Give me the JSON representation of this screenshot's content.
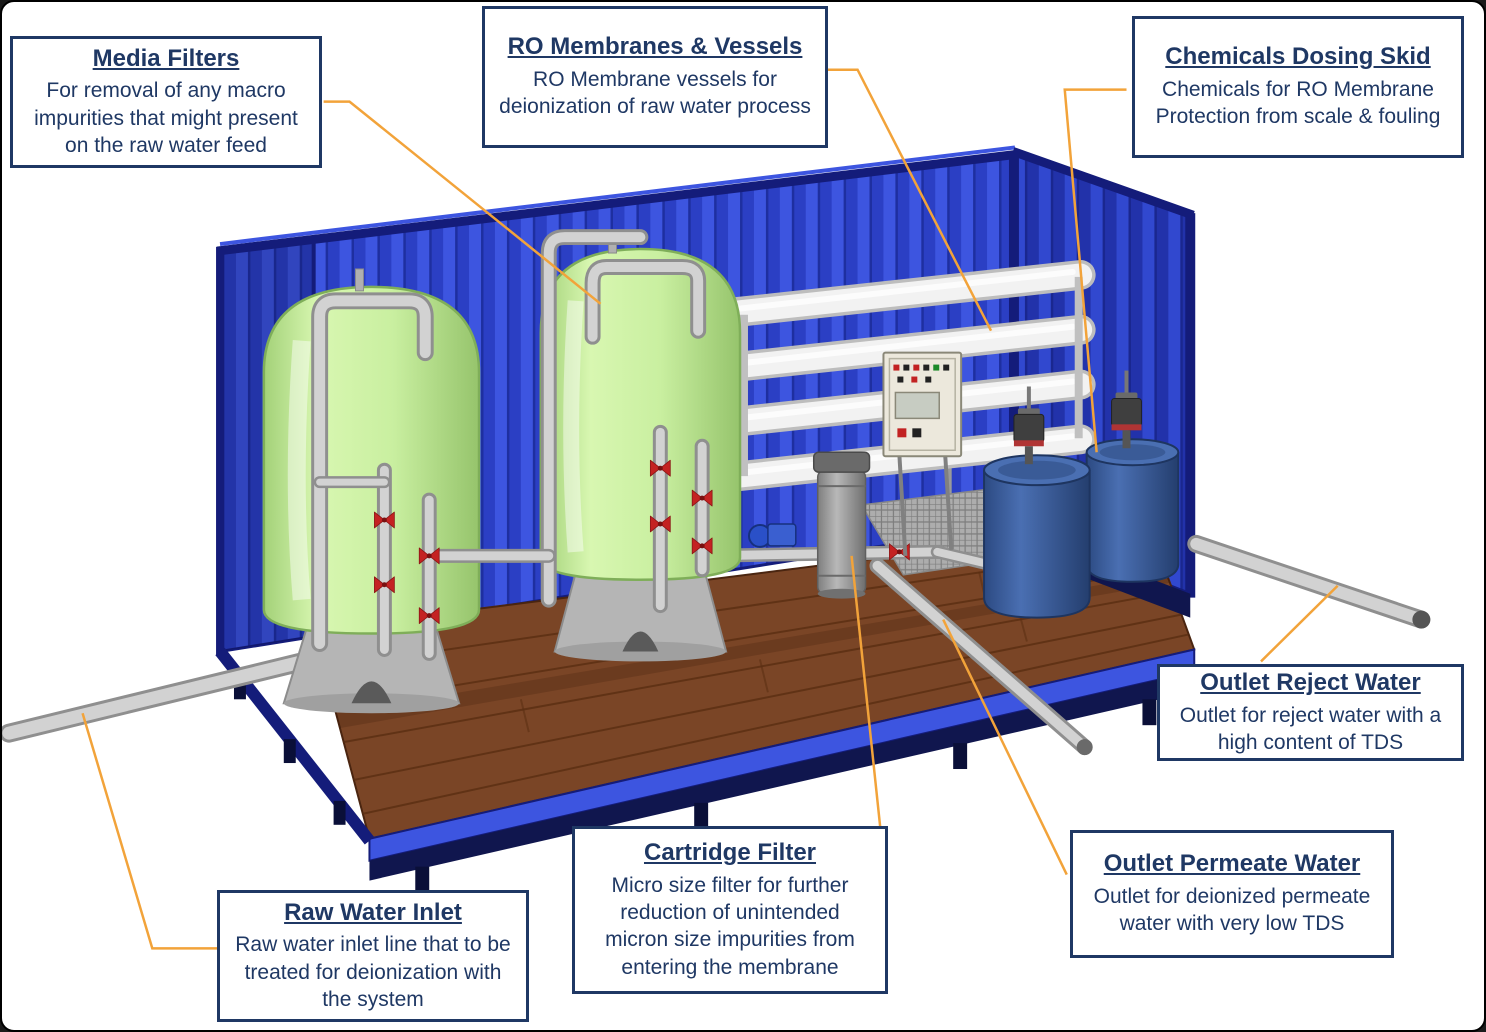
{
  "colors": {
    "callout_border": "#1f3864",
    "callout_text": "#1f3864",
    "leader_line": "#f2a33a",
    "container_blue": "#3d55e0",
    "container_blue_dark": "#2b3fc4",
    "container_rib_line": "#1e2fa0",
    "frame_navy": "#141c7a",
    "floor_brown": "#7a4526",
    "floor_seam": "#5a2e12",
    "tank_green_light": "#d8f7b1",
    "tank_green_dark": "#96c46c",
    "vessel_white": "#f2f2f2",
    "dosing_tank_blue": "#3b5fa0",
    "pipe_gray": "#d2d2d2",
    "pipe_outline": "#8f8f8f",
    "valve_red": "#c42222",
    "panel_beige": "#ece8dc",
    "grating_gray": "#adadad"
  },
  "callouts": [
    {
      "id": "media-filters",
      "title": "Media Filters",
      "body": "For removal of any macro impurities that might present on the raw water feed"
    },
    {
      "id": "ro-membranes",
      "title": "RO Membranes & Vessels",
      "body": "RO Membrane vessels for deionization of raw water process"
    },
    {
      "id": "chemicals-dosing",
      "title": "Chemicals Dosing Skid",
      "body": "Chemicals for RO Membrane Protection from scale & fouling"
    },
    {
      "id": "outlet-reject",
      "title": "Outlet Reject Water",
      "body": "Outlet for reject water with a high content of TDS"
    },
    {
      "id": "raw-water-inlet",
      "title": "Raw Water Inlet",
      "body": "Raw water inlet line that to be treated for deionization with the system"
    },
    {
      "id": "cartridge-filter",
      "title": "Cartridge Filter",
      "body": "Micro size filter for further reduction of unintended micron size impurities from entering the membrane"
    },
    {
      "id": "outlet-permeate",
      "title": "Outlet Permeate Water",
      "body": "Outlet for deionized permeate water with very low TDS"
    }
  ],
  "diagram": {
    "description": "Containerized RO (reverse osmosis) water treatment plant, 3D cutaway illustration inside a blue shipping container",
    "components": [
      "shipping-container",
      "media-filter-tank-1",
      "media-filter-tank-2",
      "ro-membrane-vessels",
      "control-panel",
      "cartridge-filter",
      "chemical-dosing-tank-1",
      "chemical-dosing-tank-2",
      "dosing-pump-1",
      "dosing-pump-2",
      "feed-pump",
      "raw-water-inlet-pipe",
      "reject-water-outlet-pipe",
      "permeate-water-outlet-pipe",
      "valves",
      "floor-grating",
      "wooden-floor"
    ]
  }
}
